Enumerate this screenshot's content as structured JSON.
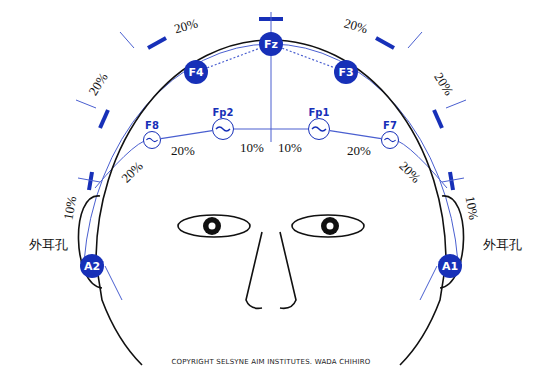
{
  "diagram": {
    "caption": "COPYRIGHT SELSYNE AIM INSTITUTES. WADA CHIHIRO",
    "nodes": [
      {
        "text": [
          "Fz"
        ]
      },
      {
        "text": [
          "F4"
        ]
      },
      {
        "text": [
          "F3"
        ]
      },
      {
        "text": [
          "F8"
        ]
      },
      {
        "text": [
          "Fp2"
        ]
      },
      {
        "text": [
          "Fp1"
        ]
      },
      {
        "text": [
          "F7"
        ]
      },
      {
        "text": [
          "A2"
        ]
      },
      {
        "text": [
          "A1"
        ]
      }
    ],
    "edges": [
      {
        "from": 1,
        "to": 0,
        "arrow": "none"
      },
      {
        "from": 0,
        "to": 2,
        "arrow": "none"
      },
      {
        "from": 3,
        "to": 4,
        "arrow": "none"
      },
      {
        "from": 4,
        "to": 5,
        "arrow": "none"
      },
      {
        "from": 5,
        "to": 6,
        "arrow": "none"
      }
    ],
    "labels": [
      "20%",
      "20%",
      "20%",
      "20%",
      "10%",
      "10%",
      "20%",
      "20%",
      "10%",
      "10%",
      "20%",
      "20%",
      "外耳孔",
      "外耳孔"
    ]
  }
}
